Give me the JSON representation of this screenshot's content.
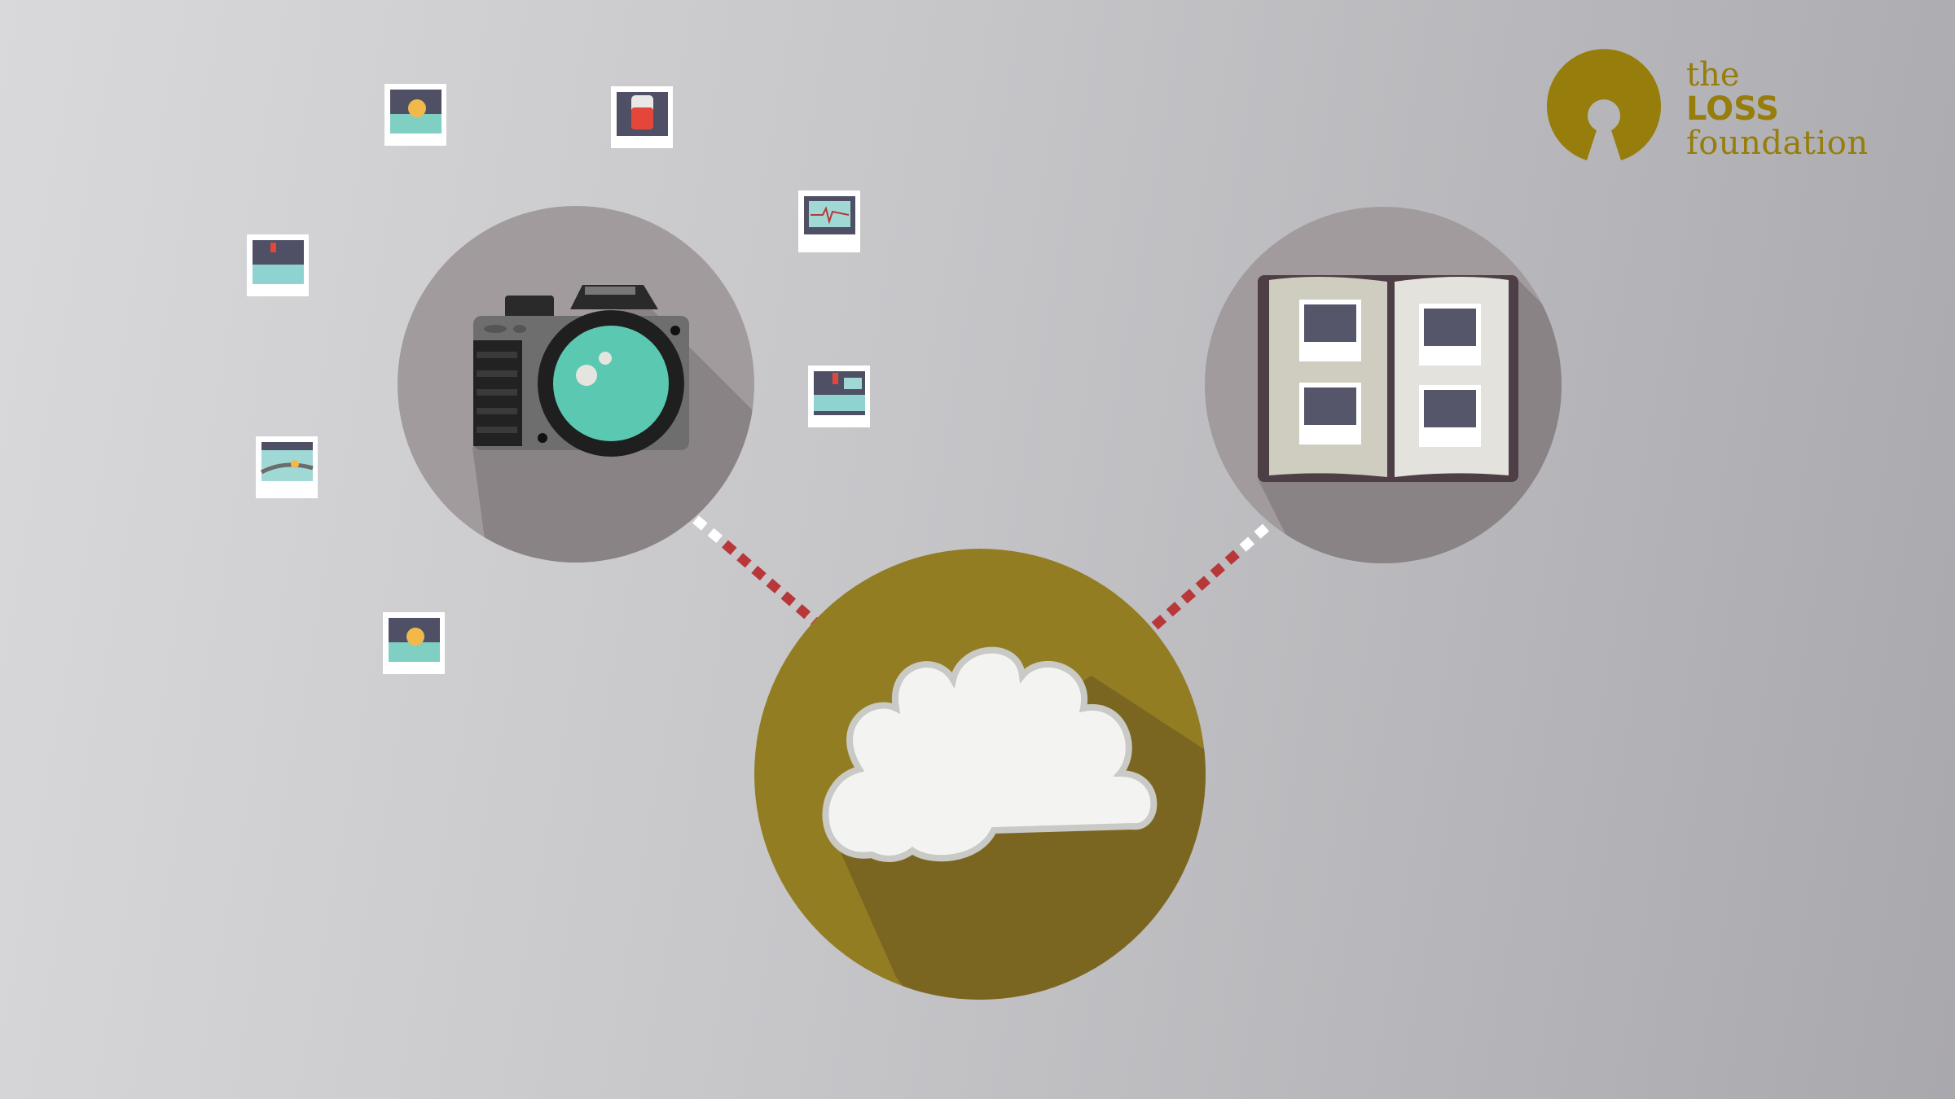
{
  "logo": {
    "line1": "the",
    "line2": "LOSS",
    "line3": "foundation"
  },
  "colors": {
    "brand": "#967d0c",
    "lens": "#5bc8b1",
    "circle_grey": "#a09a9c",
    "cloud_circle": "#927c22",
    "dash_red": "#b8383a"
  },
  "icons": [
    "camera-icon",
    "photo-album-icon",
    "cloud-icon",
    "polaroid-photo-icon"
  ]
}
